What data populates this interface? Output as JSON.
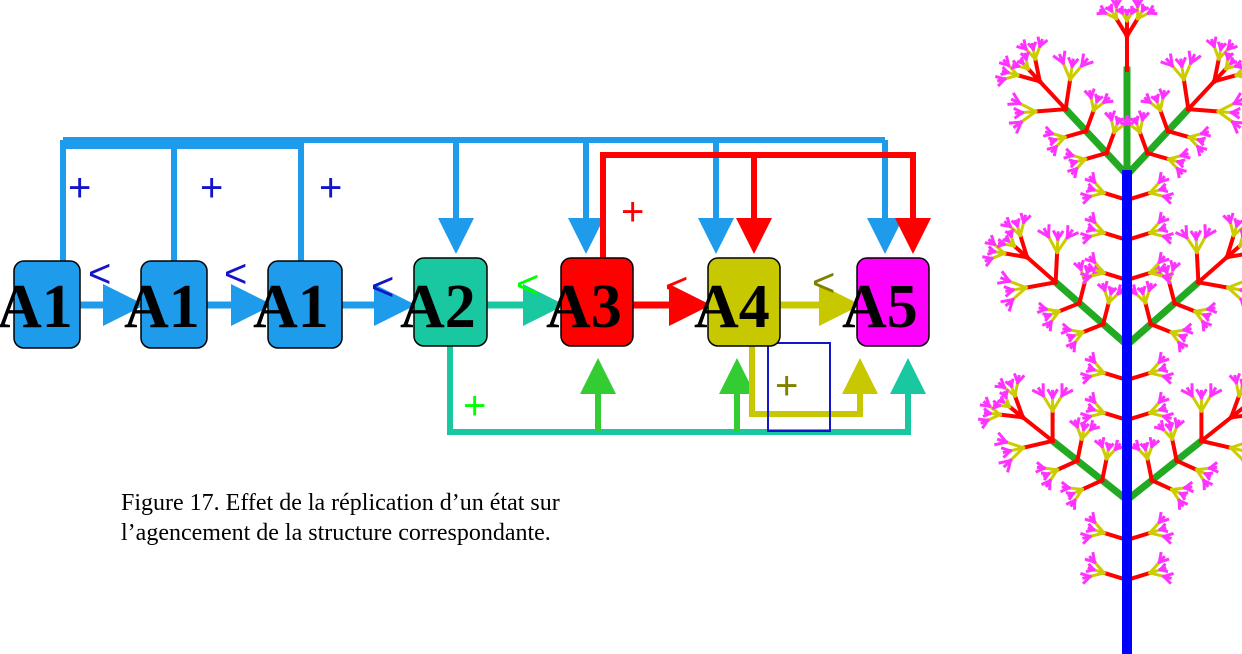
{
  "nodes": [
    {
      "id": "a1-1",
      "label": "A1",
      "color": "#1e9bea"
    },
    {
      "id": "a1-2",
      "label": "A1",
      "color": "#1e9bea"
    },
    {
      "id": "a1-3",
      "label": "A1",
      "color": "#1e9bea"
    },
    {
      "id": "a2",
      "label": "A2",
      "color": "#19c7a0"
    },
    {
      "id": "a3",
      "label": "A3",
      "color": "#ff0000"
    },
    {
      "id": "a4",
      "label": "A4",
      "color": "#c8c800"
    },
    {
      "id": "a5",
      "label": "A5",
      "color": "#ff00ff"
    }
  ],
  "symbols": {
    "plus": "+",
    "less": "<"
  },
  "colors": {
    "blue": "#1e9bea",
    "dark_blue": "#1414c8",
    "teal": "#19c7a0",
    "green": "#33cc33",
    "bright_green": "#00ff00",
    "red": "#ff0000",
    "yellow": "#c8c800",
    "olive": "#808000",
    "tree_trunk": "#0000ff",
    "tree_branch": "#22aa22",
    "tree_twig": "#ff0000",
    "tree_leaf": "#ff33ff",
    "tree_leaf2": "#cccc00"
  },
  "caption": {
    "line1": "Figure 17. Effet de la réplication d’un état sur",
    "line2": "l’agencement de la structure correspondante."
  }
}
